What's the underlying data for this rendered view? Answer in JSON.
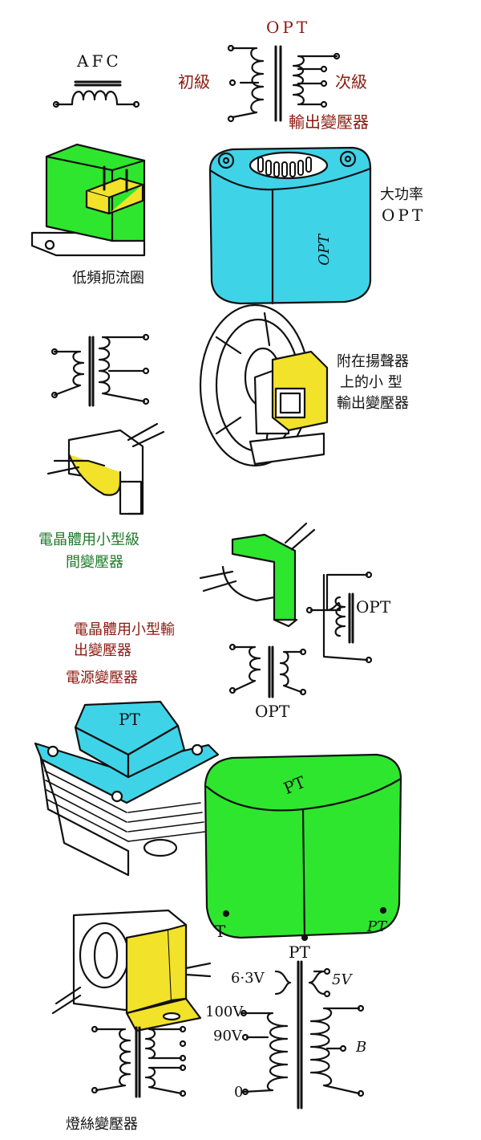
{
  "labels": {
    "afc": "AFC",
    "opt_top": "OPT",
    "primary": "初級",
    "secondary": "次級",
    "output_transformer": "輸出變壓器",
    "high_power": "大功率",
    "high_power_opt": "OPT",
    "lf_choke": "低頻扼流圈",
    "speaker_mounted_1": "附在揚聲器",
    "speaker_mounted_2": "上的小 型",
    "speaker_mounted_3": "輸出變壓器",
    "interstage_1": "電晶體用小型級",
    "interstage_2": "間變壓器",
    "small_output_1": "電晶體用小型輸",
    "small_output_2": "出變壓器",
    "power_transformer": "電源變壓器",
    "opt_right": "OPT",
    "opt_mid": "OPT",
    "pt_cap": "PT",
    "pt_body": "PT",
    "pt_corner": "PT",
    "pt_symbol": "PT",
    "t_label": "T",
    "v63": "6·3V",
    "v5": "5V",
    "v100": "100V",
    "v90": "90V",
    "v0": "0",
    "b": "B",
    "filament_transformer": "燈絲變壓器",
    "opt_marking": "OPT"
  },
  "colors": {
    "red_label": "#8b1a10",
    "green_label": "#1e7a2a",
    "green_fill": "#2ee62e",
    "cyan_fill": "#3fd3e8",
    "yellow_fill": "#f2e22a"
  }
}
